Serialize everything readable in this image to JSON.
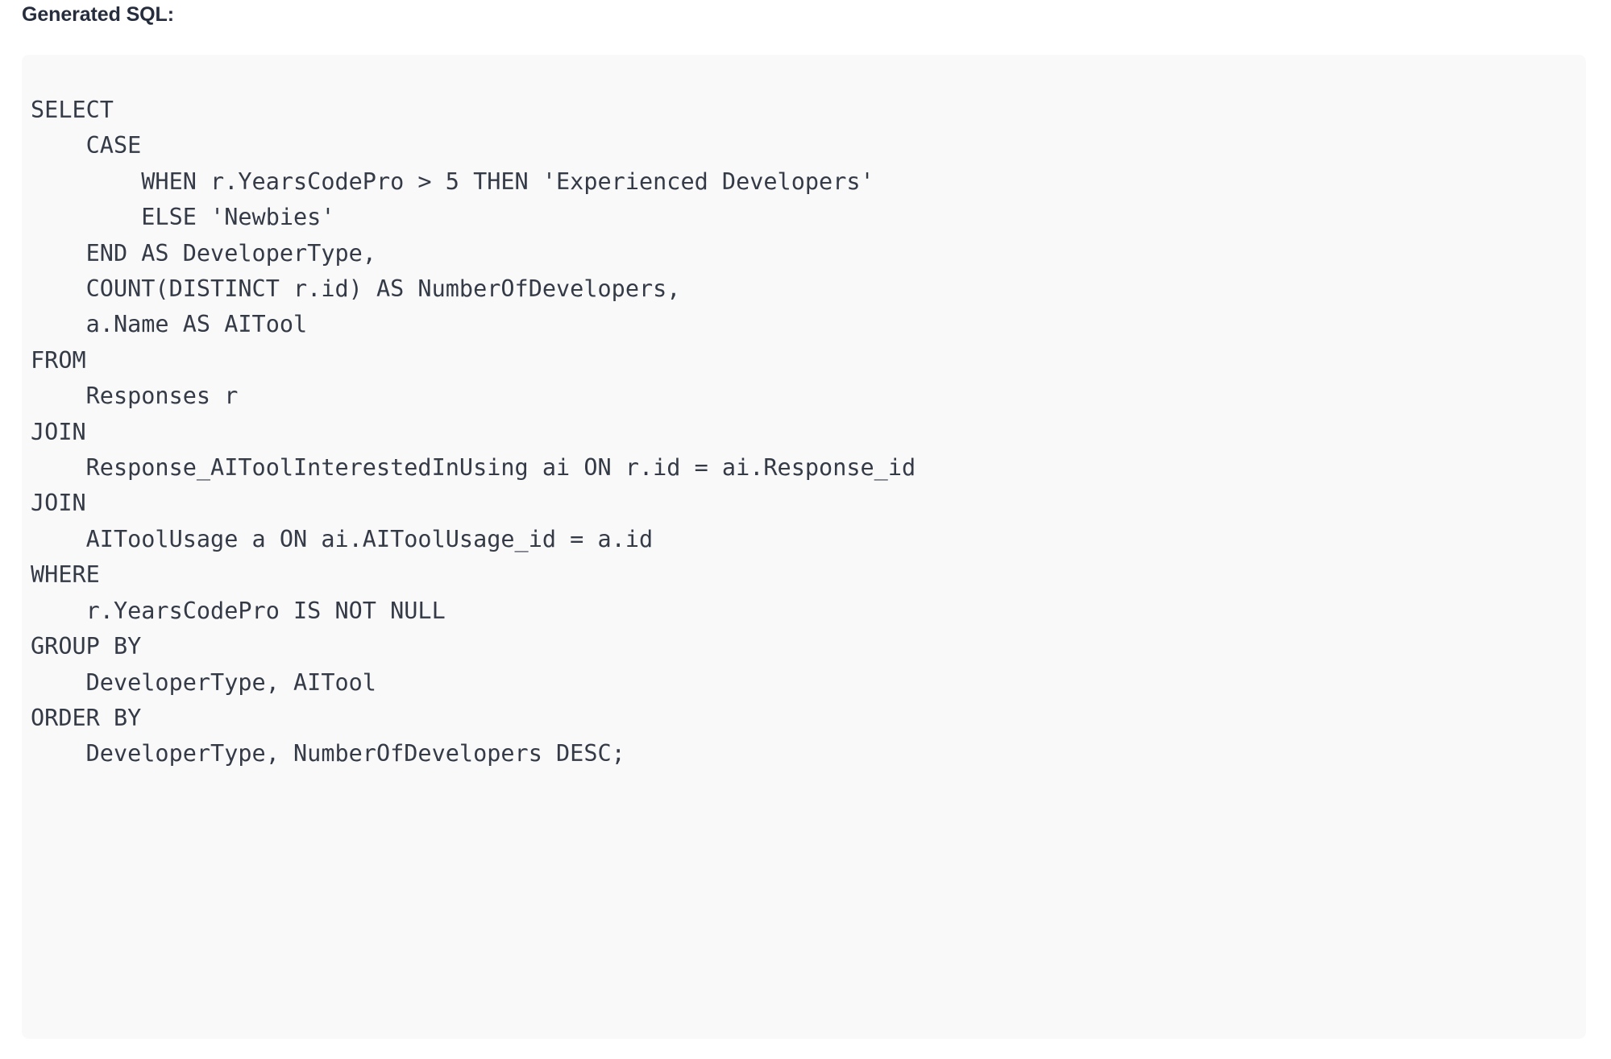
{
  "heading": {
    "label": "Generated SQL:"
  },
  "code_block": {
    "language": "sql",
    "background_color": "#f9f9fa",
    "text_color": "#343a46",
    "lines": [
      "SELECT",
      "    CASE",
      "        WHEN r.YearsCodePro > 5 THEN 'Experienced Developers'",
      "        ELSE 'Newbies'",
      "    END AS DeveloperType,",
      "    COUNT(DISTINCT r.id) AS NumberOfDevelopers,",
      "    a.Name AS AITool",
      "FROM",
      "    Responses r",
      "JOIN",
      "    Response_AIToolInterestedInUsing ai ON r.id = ai.Response_id",
      "JOIN",
      "    AIToolUsage a ON ai.AIToolUsage_id = a.id",
      "WHERE",
      "    r.YearsCodePro IS NOT NULL",
      "GROUP BY",
      "    DeveloperType, AITool",
      "ORDER BY",
      "    DeveloperType, NumberOfDevelopers DESC;"
    ],
    "text": "SELECT\n    CASE\n        WHEN r.YearsCodePro > 5 THEN 'Experienced Developers'\n        ELSE 'Newbies'\n    END AS DeveloperType,\n    COUNT(DISTINCT r.id) AS NumberOfDevelopers,\n    a.Name AS AITool\nFROM\n    Responses r\nJOIN\n    Response_AIToolInterestedInUsing ai ON r.id = ai.Response_id\nJOIN\n    AIToolUsage a ON ai.AIToolUsage_id = a.id\nWHERE\n    r.YearsCodePro IS NOT NULL\nGROUP BY\n    DeveloperType, AITool\nORDER BY\n    DeveloperType, NumberOfDevelopers DESC;"
  }
}
